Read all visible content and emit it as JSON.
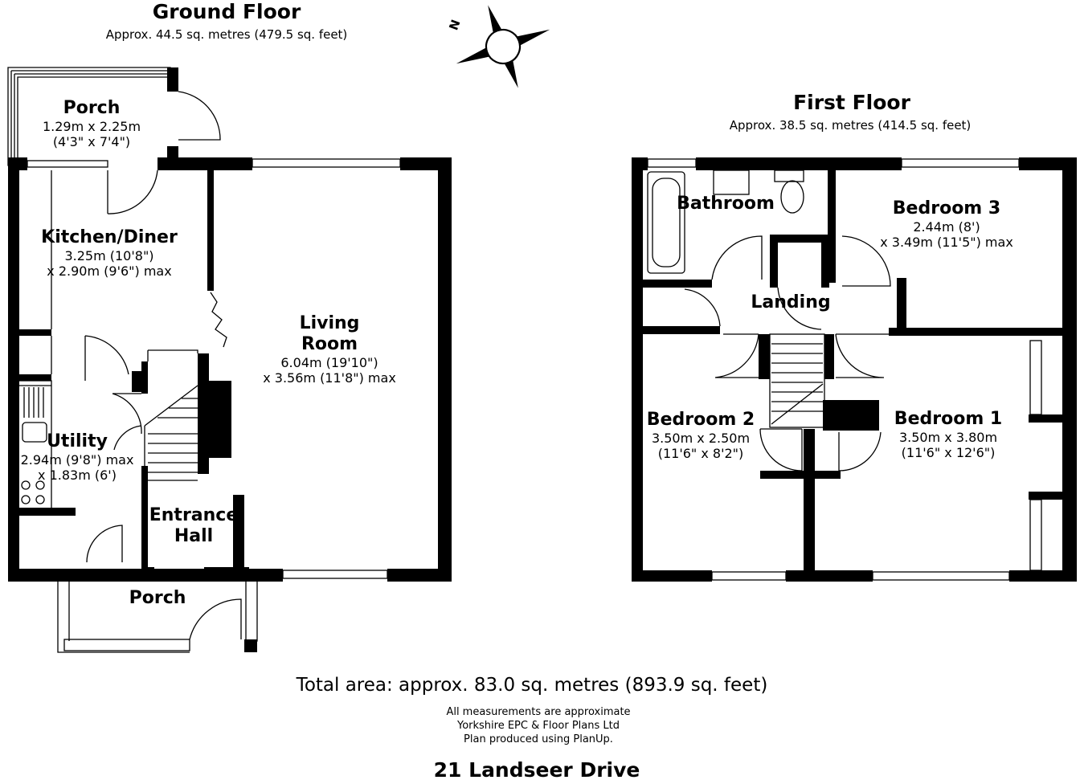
{
  "ground_floor": {
    "title": "Ground Floor",
    "area": "Approx. 44.5 sq. metres (479.5 sq. feet)",
    "rooms": [
      {
        "name": "Porch",
        "dims": [
          "1.29m x 2.25m",
          "(4'3\" x 7'4\")"
        ]
      },
      {
        "name": "Kitchen/Diner",
        "dims": [
          "3.25m (10'8\")",
          "x 2.90m (9'6\") max"
        ]
      },
      {
        "name": "Living\nRoom",
        "dims": [
          "6.04m (19'10\")",
          "x 3.56m (11'8\") max"
        ]
      },
      {
        "name": "Utility",
        "dims": [
          "2.94m (9'8\") max",
          "x 1.83m (6')"
        ]
      },
      {
        "name": "Entrance\nHall",
        "dims": []
      },
      {
        "name": "Porch",
        "dims": []
      }
    ]
  },
  "first_floor": {
    "title": "First Floor",
    "area": "Approx. 38.5 sq. metres (414.5 sq. feet)",
    "rooms": [
      {
        "name": "Bathroom",
        "dims": []
      },
      {
        "name": "Bedroom 3",
        "dims": [
          "2.44m (8')",
          "x 3.49m (11'5\") max"
        ]
      },
      {
        "name": "Landing",
        "dims": []
      },
      {
        "name": "Bedroom 2",
        "dims": [
          "3.50m x 2.50m",
          "(11'6\" x 8'2\")"
        ]
      },
      {
        "name": "Bedroom 1",
        "dims": [
          "3.50m x 3.80m",
          "(11'6\" x 12'6\")"
        ]
      }
    ]
  },
  "compass": {
    "label": "N",
    "icon": "compass-icon"
  },
  "footer": {
    "total": "Total area: approx. 83.0 sq. metres (893.9 sq. feet)",
    "notes": [
      "All measurements are approximate",
      "Yorkshire EPC & Floor Plans  Ltd",
      "Plan produced using PlanUp."
    ],
    "address": "21 Landseer Drive"
  },
  "colors": {
    "wall": "#000000",
    "background": "#ffffff"
  }
}
